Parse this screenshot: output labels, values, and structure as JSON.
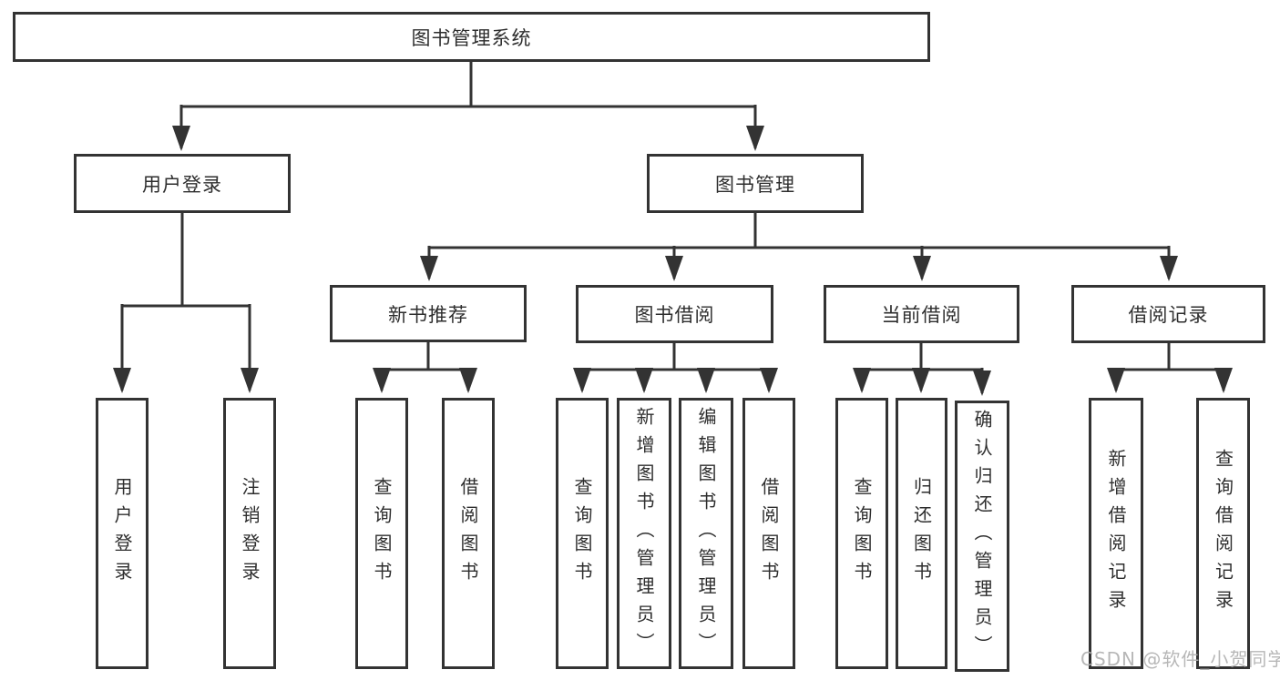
{
  "tree": {
    "root": {
      "label": "图书管理系统"
    },
    "children": [
      {
        "label": "用户登录",
        "children": [
          {
            "label": "用户登录"
          },
          {
            "label": "注销登录"
          }
        ]
      },
      {
        "label": "图书管理",
        "children": [
          {
            "label": "新书推荐",
            "children": [
              {
                "label": "查询图书"
              },
              {
                "label": "借阅图书"
              }
            ]
          },
          {
            "label": "图书借阅",
            "children": [
              {
                "label": "查询图书"
              },
              {
                "label": "新增图书（管理员）"
              },
              {
                "label": "编辑图书（管理员）"
              },
              {
                "label": "借阅图书"
              }
            ]
          },
          {
            "label": "当前借阅",
            "children": [
              {
                "label": "查询图书"
              },
              {
                "label": "归还图书"
              },
              {
                "label": "确认归还（管理员）"
              }
            ]
          },
          {
            "label": "借阅记录",
            "children": [
              {
                "label": "新增借阅记录"
              },
              {
                "label": "查询借阅记录"
              }
            ]
          }
        ]
      }
    ]
  },
  "watermark": "CSDN @软件_小贺同学",
  "colors": {
    "line": "#333333",
    "text": "#2e2e2e",
    "background": "#ffffff",
    "watermark": "#b0b0b0"
  }
}
